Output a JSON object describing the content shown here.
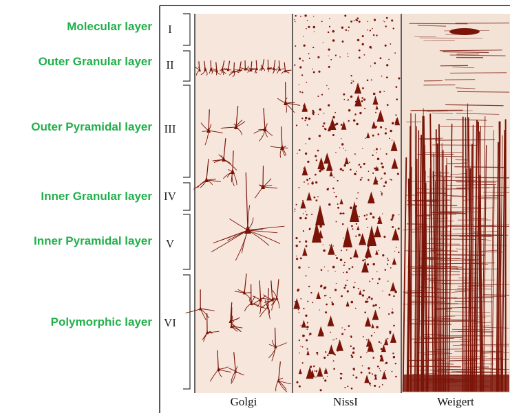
{
  "layers": [
    {
      "name": "Molecular layer",
      "roman": "I"
    },
    {
      "name": "Outer Granular layer",
      "roman": "II"
    },
    {
      "name": "Outer Pyramidal layer",
      "roman": "III"
    },
    {
      "name": "Inner Granular layer",
      "roman": "IV"
    },
    {
      "name": "Inner Pyramidal layer",
      "roman": "V"
    },
    {
      "name": "Polymorphic layer",
      "roman": "VI"
    }
  ],
  "columns": [
    {
      "label": "Golgi"
    },
    {
      "label": "NissI"
    },
    {
      "label": "Weigert"
    }
  ],
  "colors": {
    "label_green": "#22b04b",
    "stain": "#7a1408",
    "panel_bg": "#f6e6dc",
    "frame": "#222222"
  }
}
